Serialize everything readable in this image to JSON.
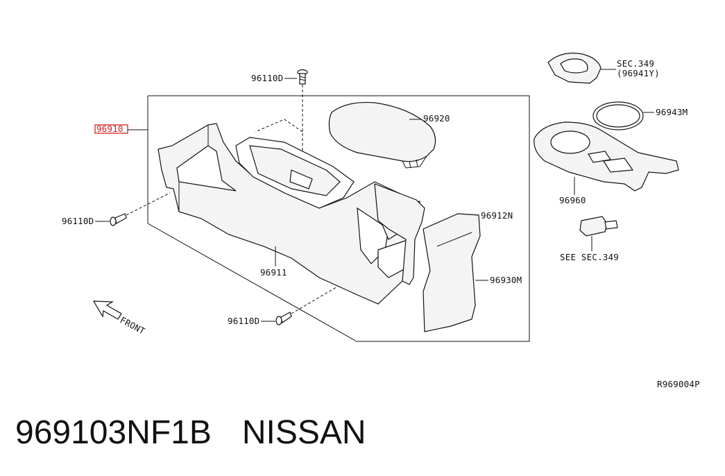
{
  "labels": {
    "highlighted_part": "96910",
    "bolt_top": "96110D",
    "bolt_left": "96110D",
    "bolt_bottom": "96110D",
    "lid": "96920",
    "console_body": "96911",
    "bracket": "96912N",
    "side_cover": "96930M",
    "sec349_top": "SEC.349",
    "sec349_top_ref": "(96941Y)",
    "ring": "96943M",
    "finisher": "96960",
    "see_sec349": "SEE SEC.349",
    "front": "FRONT",
    "diagram_id": "R969004P"
  },
  "footer": {
    "part_number": "969103NF1B",
    "brand": "NISSAN"
  },
  "colors": {
    "highlight": "#d21f1f",
    "line": "#111111"
  }
}
